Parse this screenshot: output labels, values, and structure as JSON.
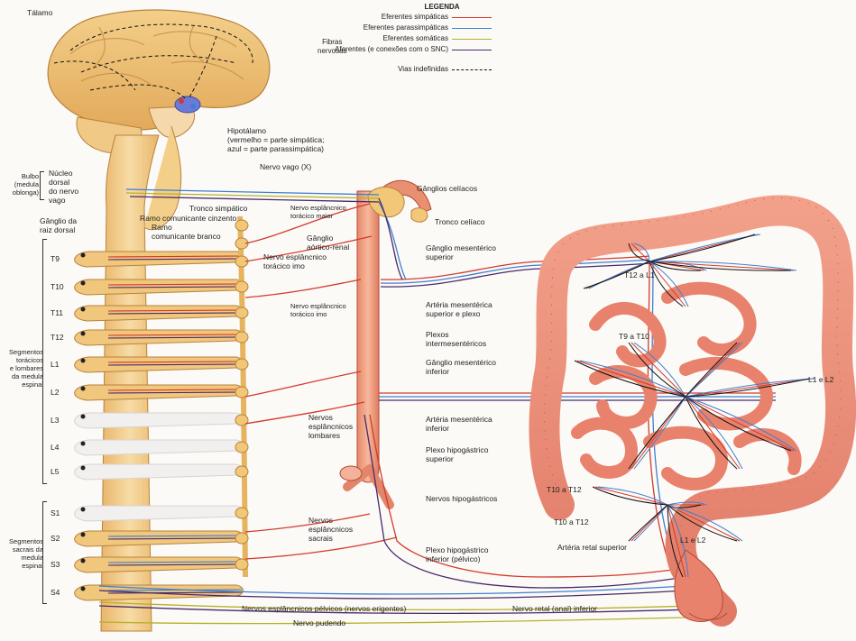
{
  "legend": {
    "title": "LEGENDA",
    "group_label": "Fibras\nnervosas",
    "items": [
      {
        "label": "Eferentes simpáticas",
        "color": "#d33a2c",
        "style": "solid"
      },
      {
        "label": "Eferentes parassimpáticas",
        "color": "#3f7fd0",
        "style": "solid"
      },
      {
        "label": "Eferentes somáticas",
        "color": "#b8b02a",
        "style": "solid"
      },
      {
        "label": "Aferentes\n(e conexões com o SNC)",
        "color": "#4a2a6a",
        "style": "solid"
      },
      {
        "label": "Vias indefinidas",
        "color": "#111111",
        "style": "dashed"
      }
    ]
  },
  "labels": {
    "talamo": "Tálamo",
    "hipotalamo": "Hipotálamo\n(vermelho = parte simpática;\nazul = parte parassimpática)",
    "nervo_vago": "Nervo vago (X)",
    "bulbo": "Bulbo\n(medula\noblonga)",
    "nucleo_dorsal": "Núcleo\ndorsal\ndo nervo\nvago",
    "ganglio_raiz": "Gânglio da\nraiz dorsal",
    "tronco_simpatico": "Tronco simpático",
    "ramo_cinzento": "Ramo comunicante cinzento",
    "ramo_branco": "Ramo\ncomunicante branco",
    "esplancnico_maior": "Nervo esplâncnico\ntorácico maior",
    "ganglios_celiacos": "Gânglios celíacos",
    "tronco_celiaco": "Tronco celíaco",
    "ganglio_aortico": "Gânglio\naórtico-renal",
    "esplancnico_menor": "Nervo esplâncnico\ntorácico imo",
    "esplancnico_imo": "Nervo esplâncnico\ntorácico imo",
    "ganglio_mes_sup": "Gânglio mesentérico\nsuperior",
    "arteria_mes_sup": "Artéria mesentérica\nsuperior e plexo",
    "plexos_inter": "Plexos\nintermesentéricos",
    "ganglio_mes_inf": "Gânglio mesentérico\ninferior",
    "arteria_mes_inf": "Artéria mesentérica\ninferior",
    "nervos_lombares": "Nervos\nesplâncnicos\nlombares",
    "plexo_hipo_sup": "Plexo hipogástrico\nsuperior",
    "nervos_hipogastricos": "Nervos hipogástricos",
    "nervos_sacrais": "Nervos\nesplâncnicos\nsacrais",
    "plexo_hipo_inf": "Plexo hipogástrico\ninferior (pélvico)",
    "segmentos_toracicos": "Segmentos\ntorácicos\ne lombares\nda medula\nespinal",
    "segmentos_sacrais": "Segmentos\nsacrais da\nmedula\nespinal",
    "esplancnicos_pelvicos": "Nervos esplâncnicos pélvicos (nervos erigentes)",
    "nervo_pudendo": "Nervo pudendo",
    "nervo_retal": "Nervo retal (anal) inferior",
    "arteria_retal": "Artéria retal superior",
    "t12_l1": "T12 a L1",
    "t9_t10": "T9 a T10",
    "l1_l2_right": "L1 e L2",
    "t10_t12_a": "T10 a T12",
    "t10_t12_b": "T10 a T12",
    "l1_l2_bottom": "L1 e L2"
  },
  "segments": [
    "T9",
    "T10",
    "T11",
    "T12",
    "L1",
    "L2",
    "L3",
    "L4",
    "L5",
    "S1",
    "S2",
    "S3",
    "S4"
  ]
}
